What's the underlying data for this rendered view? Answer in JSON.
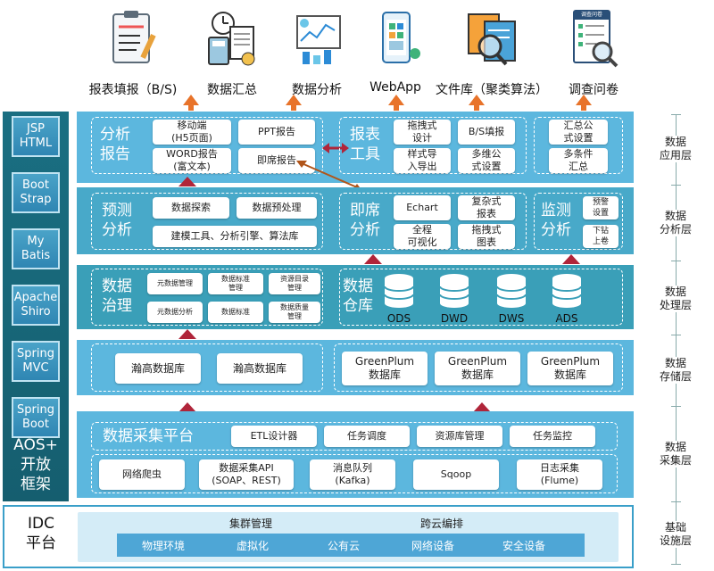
{
  "apps": [
    {
      "label": "报表填报（B/S)",
      "icon": "clipboard-form-icon"
    },
    {
      "label": "数据汇总",
      "icon": "calculator-report-icon"
    },
    {
      "label": "数据分析",
      "icon": "chart-board-icon"
    },
    {
      "label": "WebApp",
      "icon": "mobile-phone-icon"
    },
    {
      "label": "文件库（聚类算法）",
      "icon": "magnifier-document-icon"
    },
    {
      "label": "调查问卷",
      "icon": "survey-magnifier-icon"
    },
    {
      "survey_header": "调查问卷"
    }
  ],
  "tech_stack": [
    "JSP\nHTML",
    "Boot\nStrap",
    "My\nBatis",
    "Apache\nShiro",
    "Spring\nMVC",
    "Spring\nBoot"
  ],
  "framework": "AOS+\n开放\n框架",
  "layers": {
    "application": {
      "analysis_report": {
        "title": "分析\n报告",
        "items": [
          "移动端\n(H5页面)",
          "PPT报告",
          "WORD报告\n(富文本)",
          "即席报告"
        ]
      },
      "report_tools": {
        "title": "报表\n工具",
        "items": [
          "拖拽式\n设计",
          "B/S填报",
          "样式导\n入导出",
          "多维公\n式设置"
        ]
      },
      "formula": {
        "items": [
          "汇总公\n式设置",
          "多条件\n汇总"
        ]
      }
    },
    "analysis": {
      "forecast": {
        "title": "预测\n分析",
        "items": [
          "数据探索",
          "数据预处理",
          "建模工具、分析引擎、算法库"
        ]
      },
      "adhoc": {
        "title": "即席\n分析",
        "items": [
          "Echart",
          "复杂式\n报表",
          "全程\n可视化",
          "拖拽式\n图表"
        ]
      },
      "monitor": {
        "title": "监测\n分析",
        "items": [
          "预警\n设置",
          "下钻\n上卷"
        ]
      }
    },
    "processing": {
      "governance": {
        "title": "数据\n治理",
        "items": [
          "元数据管理",
          "数据标准\n管理",
          "资源目录\n管理",
          "元数据分析",
          "数据标准",
          "数据质量\n管理"
        ]
      },
      "warehouse": {
        "title": "数据\n仓库",
        "items": [
          "ODS",
          "DWD",
          "DWS",
          "ADS"
        ]
      }
    },
    "storage": {
      "items": [
        "瀚高数据库",
        "瀚高数据库",
        "GreenPlum\n数据库",
        "GreenPlum\n数据库",
        "GreenPlum\n数据库"
      ]
    },
    "collection": {
      "platform": {
        "title": "数据采集平台",
        "items": [
          "ETL设计器",
          "任务调度",
          "资源库管理",
          "任务监控"
        ]
      },
      "sources": [
        "网络爬虫",
        "数据采集API\n(SOAP、REST)",
        "消息队列\n(Kafka)",
        "Sqoop",
        "日志采集\n(Flume)"
      ]
    }
  },
  "layer_labels": [
    "数据\n应用层",
    "数据\n分析层",
    "数据\n处理层",
    "数据\n存储层",
    "数据\n采集层",
    "基础\n设施层"
  ],
  "idc": {
    "title": "IDC\n平台",
    "headers": [
      "集群管理",
      "跨云编排"
    ],
    "items": [
      "物理环境",
      "虚拟化",
      "公有云",
      "网络设备",
      "安全设备"
    ]
  },
  "colors": {
    "accent_orange": "#e8732a",
    "arrow_red": "#b0253a",
    "panel_blue": "#5cb7de",
    "dark_teal": "#1a6f82"
  }
}
